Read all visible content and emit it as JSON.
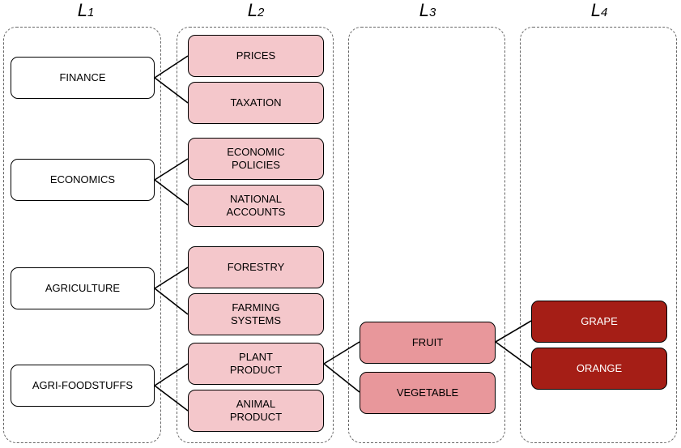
{
  "headers": {
    "l1": {
      "main": "L",
      "sub": "1"
    },
    "l2": {
      "main": "L",
      "sub": "2"
    },
    "l3": {
      "main": "L",
      "sub": "3"
    },
    "l4": {
      "main": "L",
      "sub": "4"
    }
  },
  "level1": [
    "FINANCE",
    "ECONOMICS",
    "AGRICULTURE",
    "AGRI-FOODSTUFFS"
  ],
  "level2": [
    "PRICES",
    "TAXATION",
    "ECONOMIC\nPOLICIES",
    "NATIONAL\nACCOUNTS",
    "FORESTRY",
    "FARMING\nSYSTEMS",
    "PLANT\nPRODUCT",
    "ANIMAL\nPRODUCT"
  ],
  "level3": [
    "FRUIT",
    "VEGETABLE"
  ],
  "level4": [
    "GRAPE",
    "ORANGE"
  ],
  "colors": {
    "level1_fill": "#ffffff",
    "level2_fill": "#f4c7cb",
    "level3_fill": "#e8979b",
    "level4_fill": "#a51e16",
    "border": "#000000",
    "column_border": "#666666"
  }
}
